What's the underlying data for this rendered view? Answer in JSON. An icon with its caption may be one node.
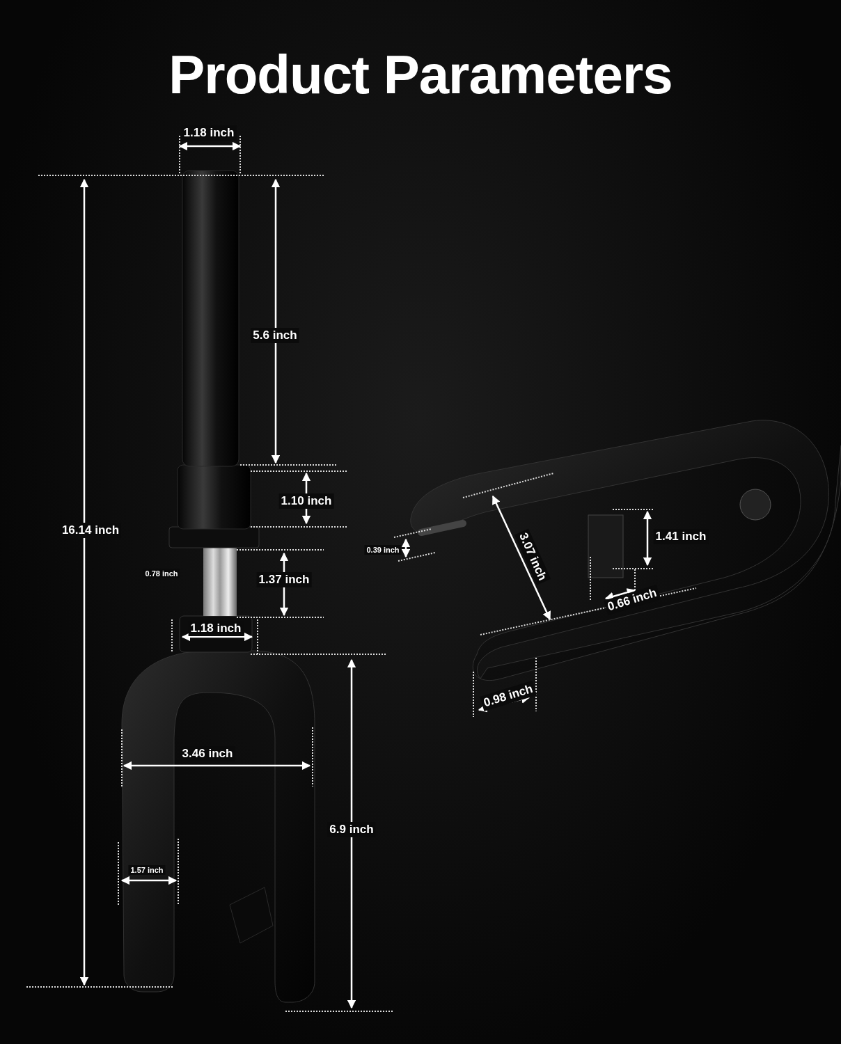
{
  "diagram": {
    "title": "Product Parameters",
    "labels": [
      "1.18 inch",
      "5.6 inch",
      "1.10 inch",
      "16.14 inch",
      "1.41 inch",
      "0.39 inch",
      "3.07 inch",
      "0.78 inch",
      "1.37 inch",
      "0.66 inch",
      "1.18 inch",
      "0.98 inch",
      "3.46 inch",
      "6.9 inch",
      "1.57 inch"
    ]
  }
}
